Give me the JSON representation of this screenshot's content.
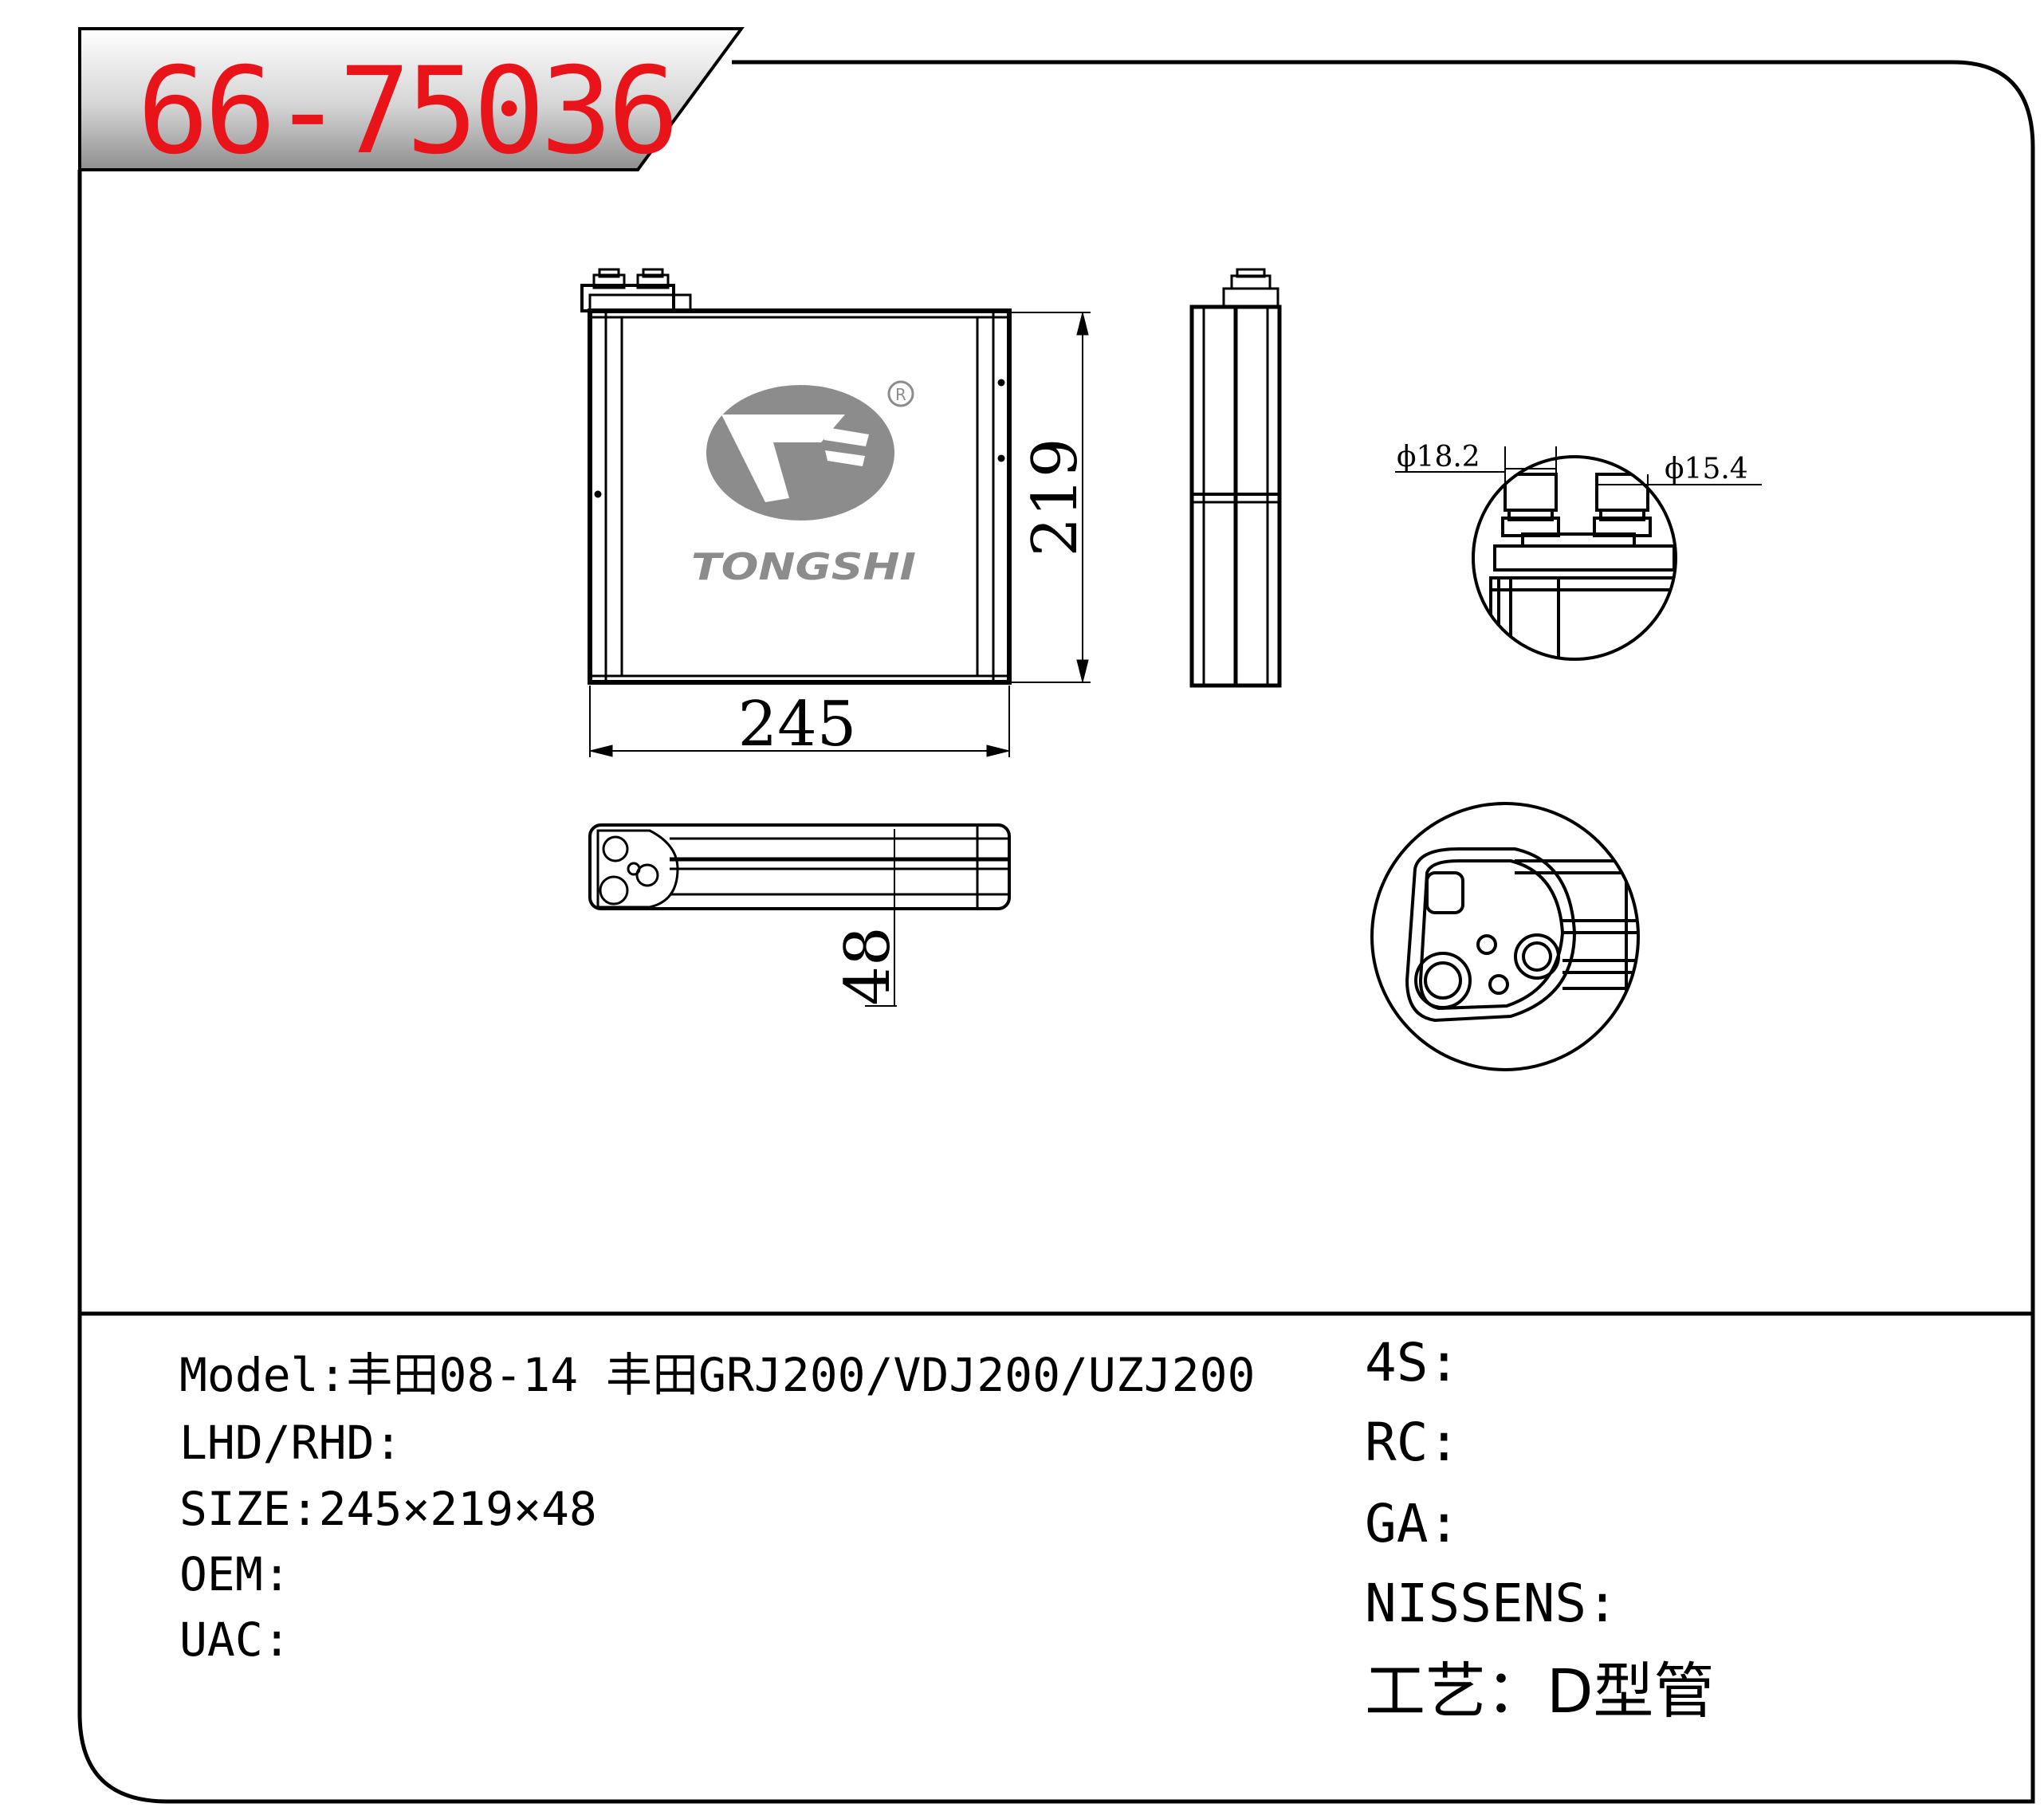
{
  "part_number": "66-75036",
  "brand": "TONGSHI",
  "dimensions": {
    "width": "245",
    "height": "219",
    "depth": "48",
    "inlet_pipe": "ϕ18.2",
    "outlet_pipe": "ϕ15.4"
  },
  "specs_left": [
    {
      "label": "Model",
      "sep": ":",
      "value": "丰田08-14 丰田GRJ200/VDJ200/UZJ200"
    },
    {
      "label": "LHD/RHD",
      "sep": ":",
      "value": ""
    },
    {
      "label": "SIZE",
      "sep": ":",
      "value": "245×219×48"
    },
    {
      "label": "OEM",
      "sep": ":",
      "value": ""
    },
    {
      "label": "UAC",
      "sep": ":",
      "value": ""
    }
  ],
  "specs_right": [
    {
      "label": "4S",
      "sep": ":",
      "value": ""
    },
    {
      "label": "RC",
      "sep": ":",
      "value": ""
    },
    {
      "label": "GA",
      "sep": ":",
      "value": ""
    },
    {
      "label": "NISSENS",
      "sep": ":",
      "value": ""
    },
    {
      "label": "工艺",
      "sep": "：",
      "value": "D型管"
    }
  ],
  "colors": {
    "part_number": "#e8141a",
    "header_band": "#9a9a9a",
    "logo": "#8c8c8c",
    "line": "#000000"
  }
}
